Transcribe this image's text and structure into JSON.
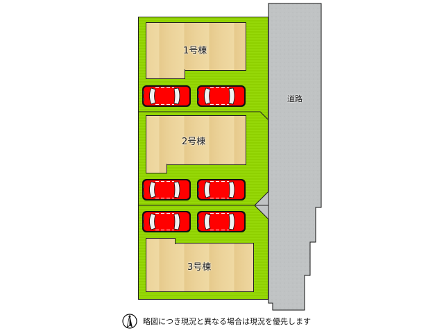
{
  "road": {
    "label": "道路",
    "fill": "#c0c3c4"
  },
  "lot": {
    "fill": "#8fd000"
  },
  "houses": [
    {
      "label": "1号棟"
    },
    {
      "label": "2号棟"
    },
    {
      "label": "3号棟"
    }
  ],
  "parking": {
    "car_count": 6,
    "car_color": "#ff0000"
  },
  "footer": {
    "icon": "north-arrow-icon",
    "note": "略図につき現況と異なる場合は現況を優先します"
  }
}
